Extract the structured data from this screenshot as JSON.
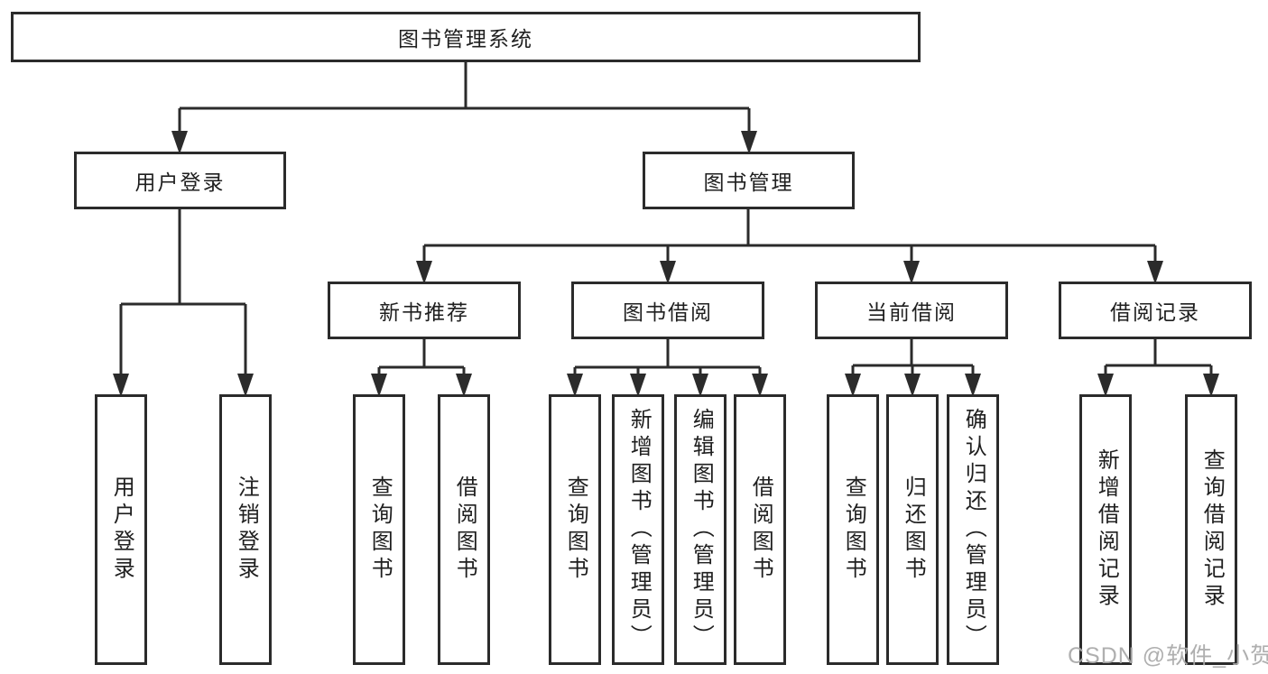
{
  "diagram": {
    "root": {
      "label": "图书管理系统"
    },
    "branches": {
      "user_login": {
        "label": "用户登录",
        "children": [
          {
            "label": "用户登录"
          },
          {
            "label": "注销登录"
          }
        ]
      },
      "book_management": {
        "label": "图书管理",
        "sections": [
          {
            "label": "新书推荐",
            "children": [
              {
                "label": "查询图书"
              },
              {
                "label": "借阅图书"
              }
            ]
          },
          {
            "label": "图书借阅",
            "children": [
              {
                "label": "查询图书"
              },
              {
                "label": "新增图书（管理员）"
              },
              {
                "label": "编辑图书（管理员）"
              },
              {
                "label": "借阅图书"
              }
            ]
          },
          {
            "label": "当前借阅",
            "children": [
              {
                "label": "查询图书"
              },
              {
                "label": "归还图书"
              },
              {
                "label": "确认归还（管理员）"
              }
            ]
          },
          {
            "label": "借阅记录",
            "children": [
              {
                "label": "新增借阅记录"
              },
              {
                "label": "查询借阅记录"
              }
            ]
          }
        ]
      }
    }
  },
  "colors": {
    "line": "#2b2b2b",
    "text": "#1f1f1f",
    "background": "#ffffff",
    "watermark": "#a8a8a8"
  },
  "watermark": {
    "text": "CSDN @软件_小贺同学"
  }
}
